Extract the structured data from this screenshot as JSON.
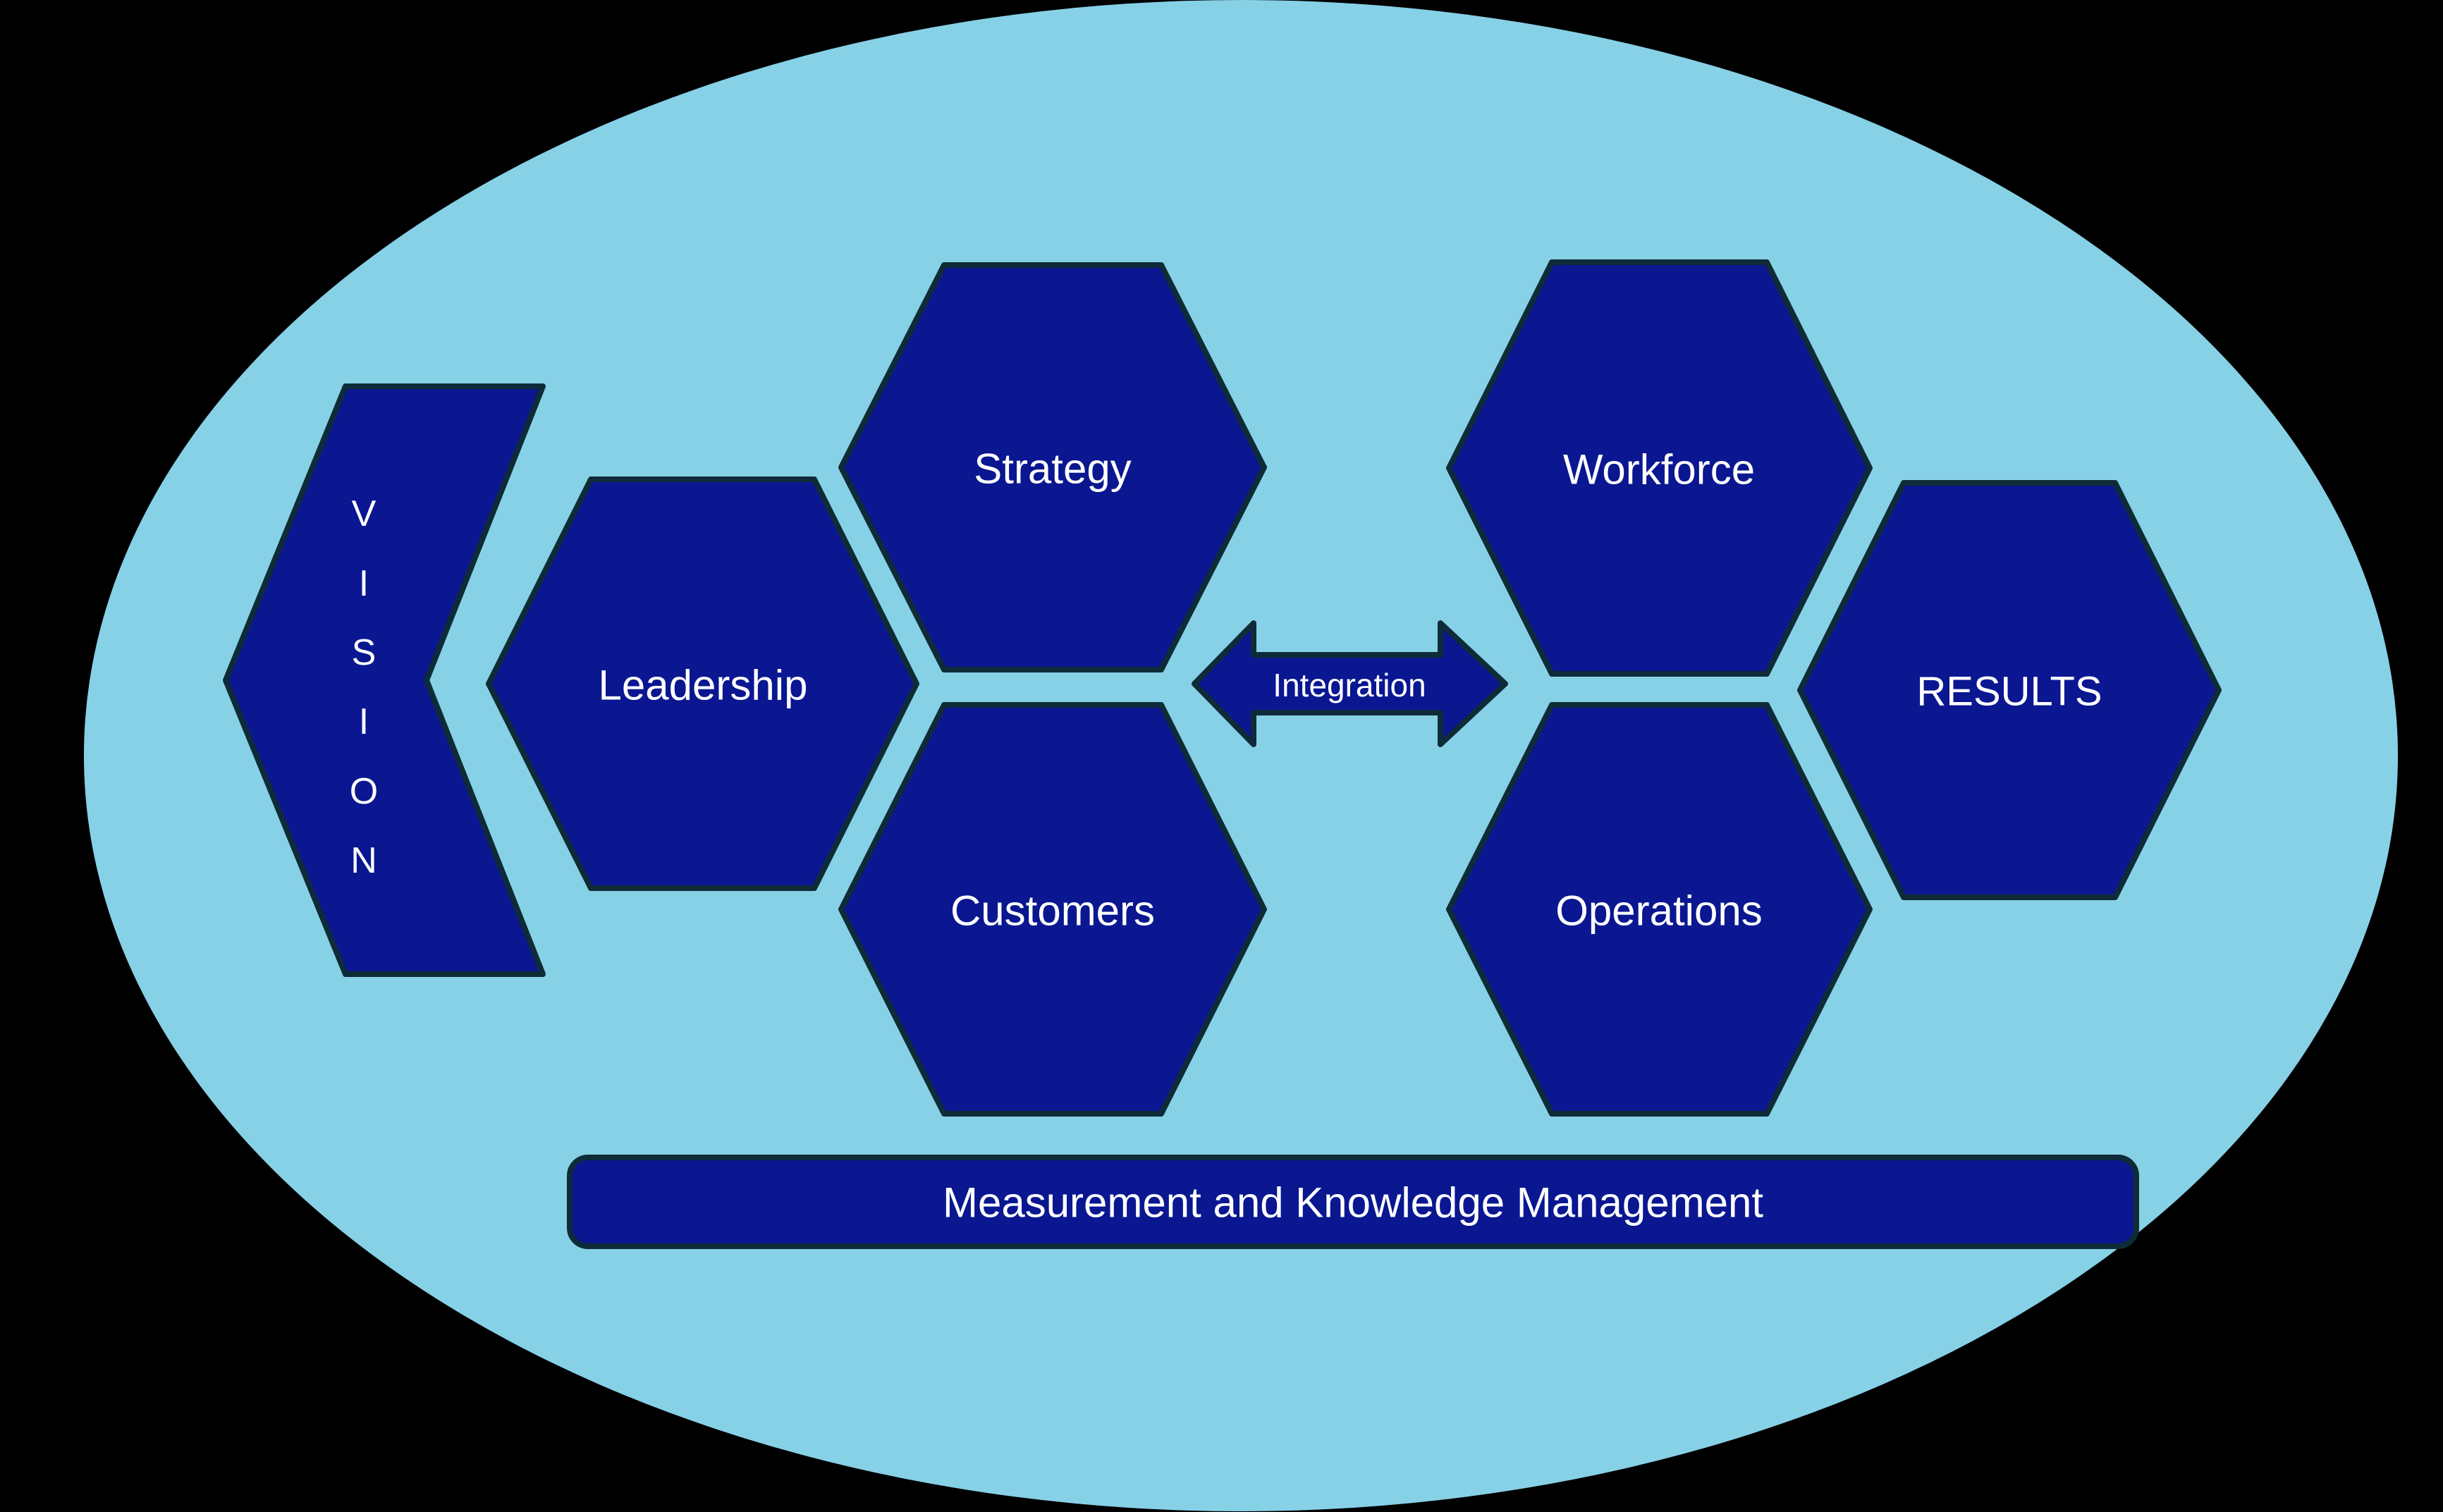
{
  "colors": {
    "canvas-background": "#000000",
    "oval-fill": "#87d1e7",
    "shape-fill": "#0a1791",
    "shape-outline": "#0e2b38",
    "label-color": "#ffffff"
  },
  "vision": {
    "word": "VISION",
    "letters": [
      "V",
      "I",
      "S",
      "I",
      "O",
      "N"
    ]
  },
  "hexagons": [
    {
      "id": "leadership",
      "label": "Leadership"
    },
    {
      "id": "strategy",
      "label": "Strategy"
    },
    {
      "id": "customers",
      "label": "Customers"
    },
    {
      "id": "workforce",
      "label": "Workforce"
    },
    {
      "id": "operations",
      "label": "Operations"
    },
    {
      "id": "results",
      "label": "RESULTS"
    }
  ],
  "integration": {
    "label": "Integration"
  },
  "foundation": {
    "label": "Measurement and Knowledge Management"
  }
}
